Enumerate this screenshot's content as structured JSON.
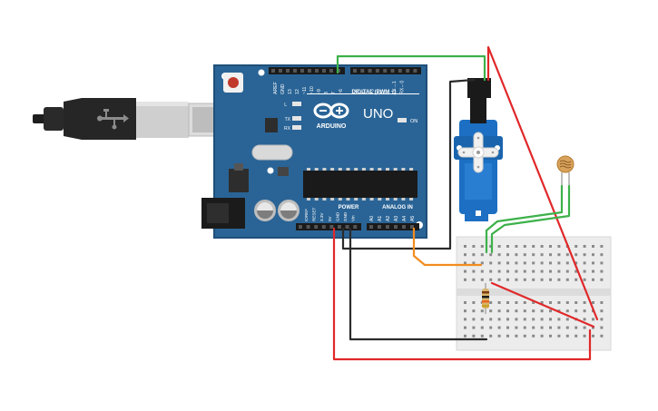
{
  "board": {
    "brand": "ARDUINO",
    "model": "UNO",
    "digital_header_label": "DIGITAL (PWM ~)",
    "power_label": "POWER",
    "analog_label": "ANALOG IN",
    "on_label": "ON",
    "led_labels": [
      "L",
      "TX",
      "RX"
    ],
    "top_pins": [
      "AREF",
      "GND",
      "13",
      "12",
      "~11",
      "~10",
      "~9",
      "8",
      "7",
      "~6",
      "~5",
      "4",
      "~3",
      "2",
      "TX→1",
      "RX←0"
    ],
    "power_pins": [
      "IOREF",
      "RESET",
      "3.3V",
      "5V",
      "GND",
      "GND",
      "Vin"
    ],
    "analog_pins": [
      "A0",
      "A1",
      "A2",
      "A3",
      "A4",
      "A5"
    ]
  },
  "components": {
    "usb_cable": "usb-cable",
    "servo": "micro-servo",
    "photoresistor": "photoresistor",
    "resistor": "resistor",
    "breadboard": "mini-breadboard"
  },
  "colors": {
    "board_blue": "#2a6496",
    "board_dark": "#1f4f79",
    "wire_red": "#e0282a",
    "wire_black": "#2b2b2b",
    "wire_green": "#3db14a",
    "wire_orange": "#f28c1e",
    "servo_blue": "#1c6fc2",
    "breadboard": "#ececec"
  }
}
